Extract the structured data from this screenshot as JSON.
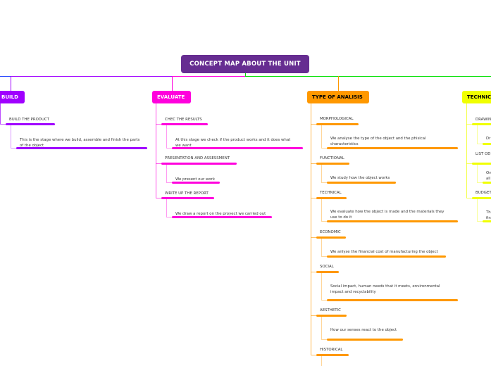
{
  "title": "CONCEPT MAP ABOUT THE UNIT",
  "colors": {
    "title": "#662d91",
    "build": "#a000ff",
    "evaluate": "#ff00dd",
    "analysis": "#ff9800",
    "technic": "#f0ff00",
    "green": "#00e000",
    "blue": "#2040ff"
  },
  "branches": {
    "build": {
      "label": "BUILD",
      "items": [
        {
          "label": "BUILD THE PRODUCT",
          "desc": [
            "This is the stage where we build, assemble and finish the parts",
            "of the object"
          ]
        }
      ]
    },
    "evaluate": {
      "label": "EVALUATE",
      "items": [
        {
          "label": "CHEC THE RESULTS",
          "desc": [
            "At this stage we check if the product works and it does what",
            "we want"
          ]
        },
        {
          "label": "PRESENTATION AND ASSESSMENT",
          "desc": [
            "We present our work"
          ]
        },
        {
          "label": "WRITE UP THE REPORT",
          "desc": [
            "We draw a report on the proyect we carried out"
          ]
        }
      ]
    },
    "analysis": {
      "label": "TYPE OF ANALISIS",
      "items": [
        {
          "label": "MORPHOLOGICAL",
          "desc": [
            "We analyse the type of the object and the phisical",
            "characteristics"
          ]
        },
        {
          "label": "FUNCTIONAL",
          "desc": [
            "We study how the object works"
          ]
        },
        {
          "label": "TECHNICAL",
          "desc": [
            "We evaluate how the object is made and the materials they",
            "use to do it"
          ]
        },
        {
          "label": "ECONOMIC",
          "desc": [
            "We anlyse the financial cost of manufacturing the object"
          ]
        },
        {
          "label": "SOCIAL",
          "desc": [
            "Social impact, human needs that it meets, environmental",
            "impact and recyclability"
          ]
        },
        {
          "label": "AESTHETIC",
          "desc": [
            "How our senses react to the object"
          ]
        },
        {
          "label": "HISTORICAL",
          "desc": []
        }
      ]
    },
    "technic": {
      "label": "TECHNIC",
      "items": [
        {
          "label": "DRAWIN",
          "desc": [
            "Dr"
          ]
        },
        {
          "label": "LIST OD",
          "desc": [
            "On",
            "all"
          ]
        },
        {
          "label": "BUDGET",
          "desc": [
            "Th",
            "fin"
          ]
        }
      ]
    }
  }
}
